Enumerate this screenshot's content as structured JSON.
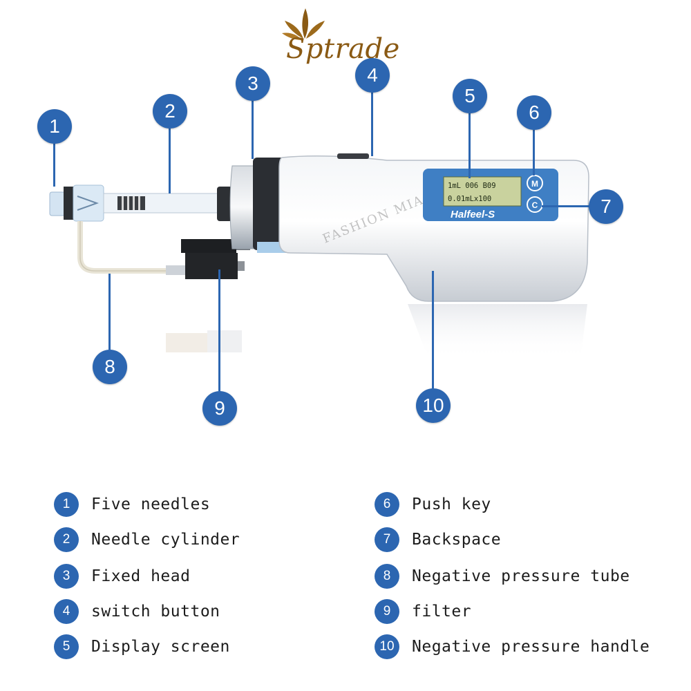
{
  "brand": {
    "name": "Sptrade",
    "color": "#8a5a14"
  },
  "watermark": "FASHION MIA",
  "device": {
    "model_label": "Halfeel-S",
    "screen_line1": "1mL    006   B09",
    "screen_line2": "0.01mLx100",
    "key_push_glyph": "M",
    "key_back_glyph": "C"
  },
  "callouts": [
    {
      "number": "1"
    },
    {
      "number": "2"
    },
    {
      "number": "3"
    },
    {
      "number": "4"
    },
    {
      "number": "5"
    },
    {
      "number": "6"
    },
    {
      "number": "7"
    },
    {
      "number": "8"
    },
    {
      "number": "9"
    },
    {
      "number": "10"
    }
  ],
  "legend": [
    {
      "number": "1",
      "label": "Five needles"
    },
    {
      "number": "2",
      "label": "Needle cylinder"
    },
    {
      "number": "3",
      "label": "Fixed head"
    },
    {
      "number": "4",
      "label": "switch button"
    },
    {
      "number": "5",
      "label": "Display screen"
    },
    {
      "number": "6",
      "label": "Push key"
    },
    {
      "number": "7",
      "label": "Backspace"
    },
    {
      "number": "8",
      "label": "Negative pressure tube"
    },
    {
      "number": "9",
      "label": "filter"
    },
    {
      "number": "10",
      "label": "Negative pressure handle"
    }
  ],
  "colors": {
    "accent": "#2c66b1",
    "lcd": "#c9d29e",
    "panel": "#3f7fc4"
  }
}
